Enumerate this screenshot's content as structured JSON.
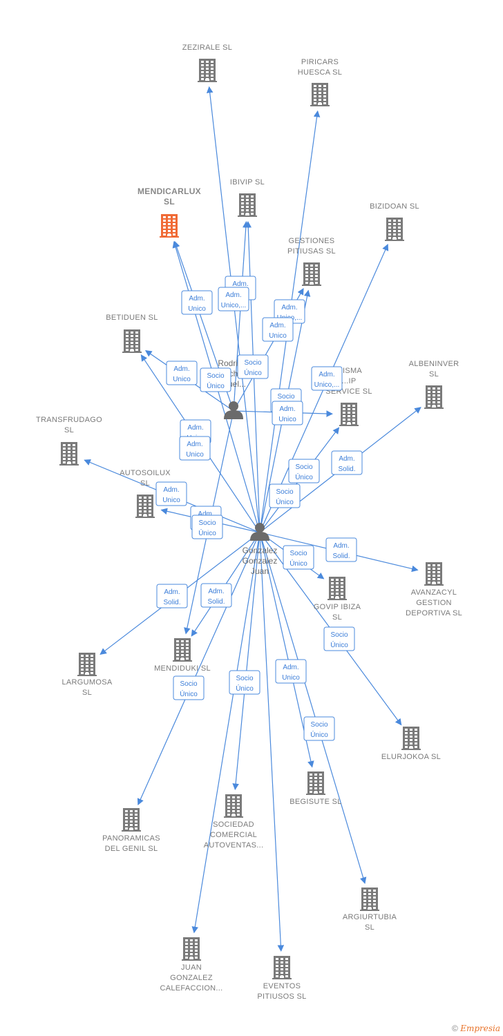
{
  "diagram": {
    "companies": [
      {
        "id": "zezirale",
        "lines": [
          "ZEZIRALE  SL"
        ],
        "focus": false
      },
      {
        "id": "piricars",
        "lines": [
          "PIRICARS",
          "HUESCA  SL"
        ],
        "focus": false
      },
      {
        "id": "mendicarlux",
        "lines": [
          "MENDICARLUX",
          "SL"
        ],
        "focus": true
      },
      {
        "id": "ibivip",
        "lines": [
          "IBIVIP  SL"
        ],
        "focus": false
      },
      {
        "id": "bizidoan",
        "lines": [
          "BIZIDOAN  SL"
        ],
        "focus": false
      },
      {
        "id": "gestiones",
        "lines": [
          "GESTIONES",
          "PITIUSAS  SL"
        ],
        "focus": false
      },
      {
        "id": "betiduen",
        "lines": [
          "BETIDUEN  SL"
        ],
        "focus": false
      },
      {
        "id": "turisma",
        "lines": [
          "...ISMA",
          "...IP",
          "SERVICE  SL"
        ],
        "focus": false
      },
      {
        "id": "albeninver",
        "lines": [
          "ALBENINVER",
          "SL"
        ],
        "focus": false
      },
      {
        "id": "transfrudago",
        "lines": [
          "TRANSFRUDAGO",
          "SL"
        ],
        "focus": false
      },
      {
        "id": "autosoilux",
        "lines": [
          "AUTOSOILUX",
          "SL"
        ],
        "focus": false
      },
      {
        "id": "avanzacyl",
        "lines": [
          "AVANZACYL",
          "GESTION",
          "DEPORTIVA SL"
        ],
        "focus": false
      },
      {
        "id": "govip",
        "lines": [
          "GOVIP IBIZA",
          "SL"
        ],
        "focus": false
      },
      {
        "id": "largumosa",
        "lines": [
          "LARGUMOSA",
          "SL"
        ],
        "focus": false
      },
      {
        "id": "mendiduki",
        "lines": [
          "MENDIDUKI  SL"
        ],
        "focus": false
      },
      {
        "id": "elurjokoa",
        "lines": [
          "ELURJOKOA SL"
        ],
        "focus": false
      },
      {
        "id": "begisute",
        "lines": [
          "BEGISUTE  SL"
        ],
        "focus": false
      },
      {
        "id": "panoramicas",
        "lines": [
          "PANORAMICAS",
          "DEL GENIL  SL"
        ],
        "focus": false
      },
      {
        "id": "sociedad",
        "lines": [
          "SOCIEDAD",
          "COMERCIAL",
          "AUTOVENTAS..."
        ],
        "focus": false
      },
      {
        "id": "argiurtubia",
        "lines": [
          "ARGIURTUBIA",
          "SL"
        ],
        "focus": false
      },
      {
        "id": "juangonzalez",
        "lines": [
          "JUAN",
          "GONZALEZ",
          "CALEFACCION..."
        ],
        "focus": false
      },
      {
        "id": "eventos",
        "lines": [
          "EVENTOS",
          "PITIUSOS  SL"
        ],
        "focus": false
      }
    ],
    "persons": [
      {
        "id": "rodriguez",
        "lines": [
          "Rodrig...",
          "...ch...",
          "...uel..."
        ]
      },
      {
        "id": "gonzalez",
        "lines": [
          "Gonzalez",
          "Gonzalez",
          "Juan"
        ]
      }
    ],
    "edge_labels": [
      {
        "id": "e1",
        "lines": [
          "Adm.",
          "Unico"
        ]
      },
      {
        "id": "e2",
        "lines": [
          "Adm.",
          "Unico"
        ]
      },
      {
        "id": "e3",
        "lines": [
          "Adm.",
          "Unico,..."
        ]
      },
      {
        "id": "e4",
        "lines": [
          "Adm.",
          "Unico,..."
        ]
      },
      {
        "id": "e5",
        "lines": [
          "Adm.",
          "Unico"
        ]
      },
      {
        "id": "e6",
        "lines": [
          "Socio",
          "Único"
        ]
      },
      {
        "id": "e7",
        "lines": [
          "Adm.",
          "Unico"
        ]
      },
      {
        "id": "e8",
        "lines": [
          "Socio",
          "Único"
        ]
      },
      {
        "id": "e9",
        "lines": [
          "Adm.",
          "Unico,..."
        ]
      },
      {
        "id": "e10",
        "lines": [
          "Socio",
          "Único"
        ]
      },
      {
        "id": "e11",
        "lines": [
          "Adm.",
          "Unico"
        ]
      },
      {
        "id": "e12",
        "lines": [
          "Adm.",
          "Unico"
        ]
      },
      {
        "id": "e13",
        "lines": [
          "Adm.",
          "Unico"
        ]
      },
      {
        "id": "e14",
        "lines": [
          "Adm.",
          "Solid."
        ]
      },
      {
        "id": "e15",
        "lines": [
          "Socio",
          "Único"
        ]
      },
      {
        "id": "e16",
        "lines": [
          "Adm.",
          "Unico"
        ]
      },
      {
        "id": "e17",
        "lines": [
          "Socio",
          "Único"
        ]
      },
      {
        "id": "e18",
        "lines": [
          "Adm.",
          "Solid."
        ]
      },
      {
        "id": "e19",
        "lines": [
          "Socio",
          "Único"
        ]
      },
      {
        "id": "e20",
        "lines": [
          "Adm.",
          "Solid."
        ]
      },
      {
        "id": "e21",
        "lines": [
          "Socio",
          "Único"
        ]
      },
      {
        "id": "e22",
        "lines": [
          "Socio",
          "Único"
        ]
      },
      {
        "id": "e23",
        "lines": [
          "Adm.",
          "Solid."
        ]
      },
      {
        "id": "e24",
        "lines": [
          "Adm.",
          "Solid."
        ]
      },
      {
        "id": "e25",
        "lines": [
          "Socio",
          "Único"
        ]
      },
      {
        "id": "e26",
        "lines": [
          "Socio",
          "Único"
        ]
      },
      {
        "id": "e27",
        "lines": [
          "Adm.",
          "Unico"
        ]
      },
      {
        "id": "e28",
        "lines": [
          "Socio",
          "Único"
        ]
      }
    ],
    "colors": {
      "edge": "#4a89dc",
      "building": "#7a7a7a",
      "focus_building": "#f06a35",
      "person": "#6b6b6b"
    }
  },
  "footer": {
    "copyright": "©",
    "brand": "Empresia"
  }
}
